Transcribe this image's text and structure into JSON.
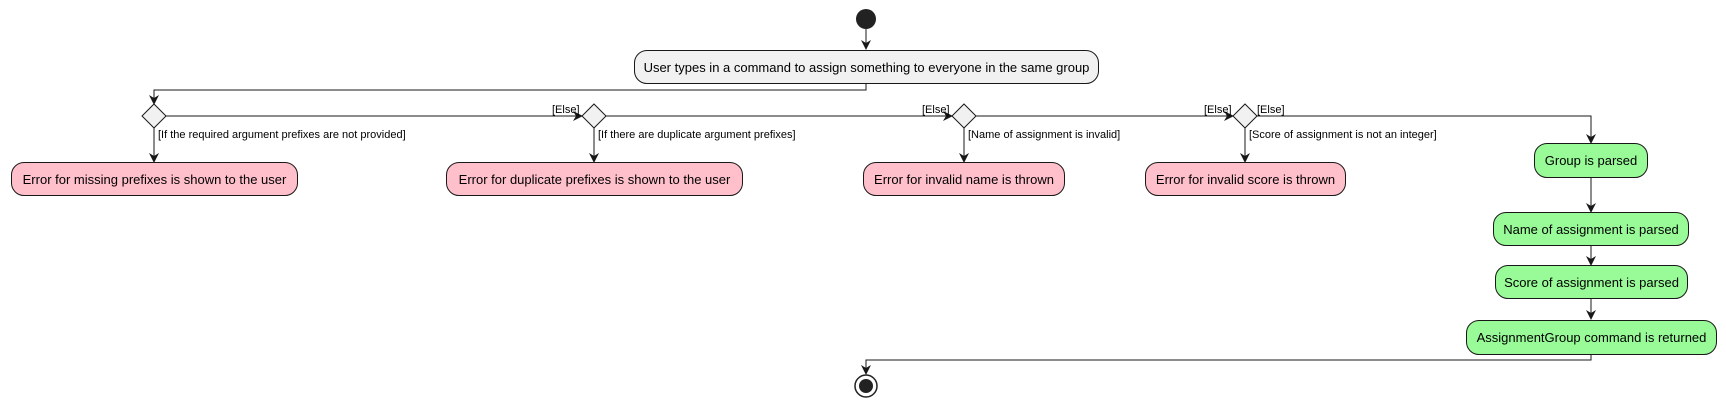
{
  "colors": {
    "start_end": "#222222",
    "action": "#f1f1f1",
    "error": "#ffc0cb",
    "success": "#98fb98",
    "line": "#181818"
  },
  "nodes": {
    "start_action": "User types in a command to assign something to everyone in the same group",
    "error_missing_prefixes": "Error for missing prefixes is shown to the user",
    "error_duplicate_prefixes": "Error for duplicate prefixes is shown to the user",
    "error_invalid_name": "Error for invalid name is thrown",
    "error_invalid_score": "Error for invalid score is thrown",
    "group_parsed": "Group is parsed",
    "name_parsed": "Name of assignment is parsed",
    "score_parsed": "Score of assignment is parsed",
    "command_returned": "AssignmentGroup command is returned"
  },
  "guards": {
    "missing_prefixes": "[If the required argument prefixes are not provided]",
    "else_1": "[Else]",
    "duplicate_prefixes": "[If there are duplicate argument prefixes]",
    "else_2": "[Else]",
    "invalid_name": "[Name of assignment is invalid]",
    "else_3": "[Else]",
    "invalid_score": "[Score of assignment is not an integer]",
    "else_4": "[Else]"
  }
}
